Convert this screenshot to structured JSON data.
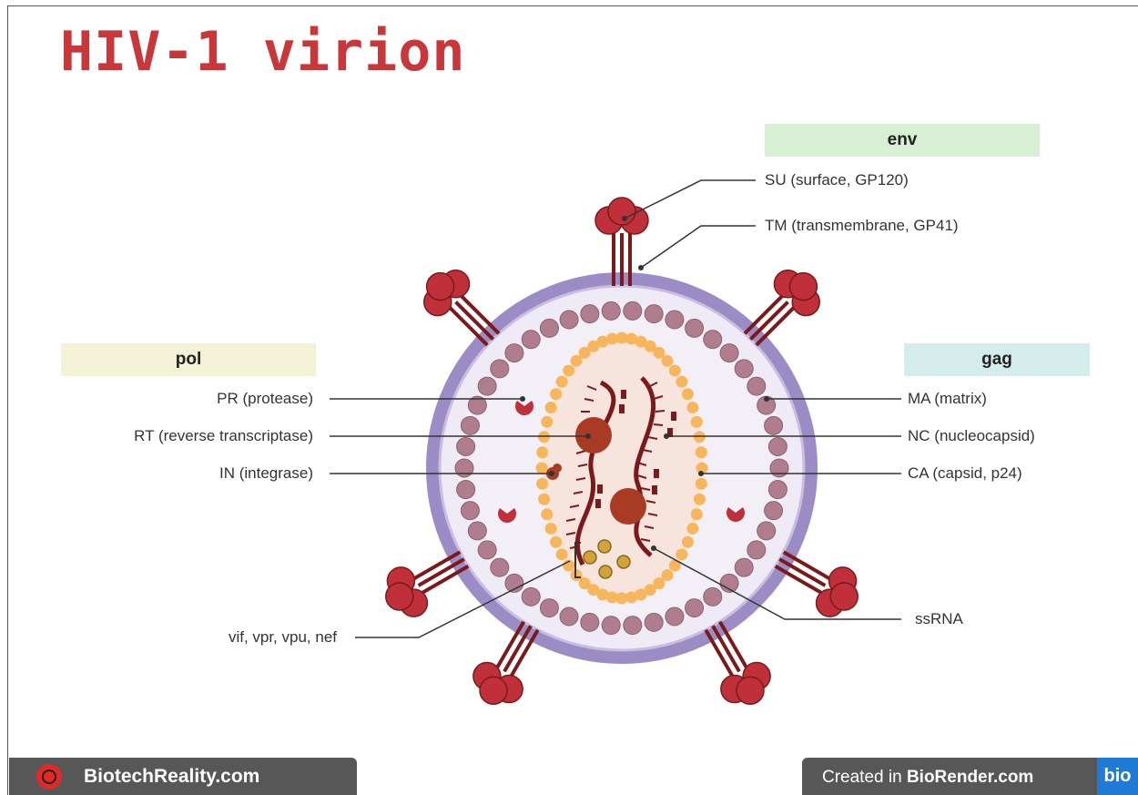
{
  "title": "HIV-1 virion",
  "groups": {
    "env": {
      "label": "env",
      "color": "#d7f0d4"
    },
    "pol": {
      "label": "pol",
      "color": "#f4f2d6"
    },
    "gag": {
      "label": "gag",
      "color": "#d4ecec"
    }
  },
  "labels": {
    "su": "SU (surface, GP120)",
    "tm": "TM (transmembrane, GP41)",
    "pr": "PR (protease)",
    "rt": "RT (reverse transcriptase)",
    "in": "IN (integrase)",
    "ma": "MA (matrix)",
    "nc": "NC (nucleocapsid)",
    "ca": "CA (capsid, p24)",
    "accessory": "vif, vpr, vpu, nef",
    "ssrna": "ssRNA"
  },
  "footer": {
    "site": "BiotechReality.com",
    "credit_prefix": "Created in ",
    "credit_brand": "BioRender.com",
    "badge": "bio"
  },
  "colors": {
    "title": "#c8383a",
    "envelope": "#9c8cc6",
    "matrix": "#b07d8e",
    "capsid": "#f7b55c",
    "protein": "#c0303a",
    "rna": "#7a1a1a",
    "enzyme": "#a93a24"
  }
}
